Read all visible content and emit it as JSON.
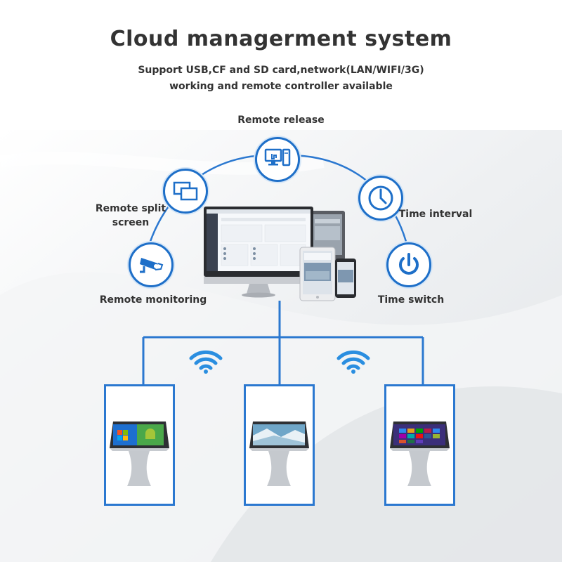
{
  "header": {
    "title": "Cloud managerment system",
    "subtitle_line1": "Support USB,CF and SD card,network(LAN/WIFI/3G)",
    "subtitle_line2": "working and remote controller available"
  },
  "features": [
    {
      "label": "Remote release",
      "icon": "computer-hand-icon"
    },
    {
      "label": "Remote split screen",
      "icon": "split-screen-icon"
    },
    {
      "label": "Remote monitoring",
      "icon": "cctv-camera-icon"
    },
    {
      "label": "Time interval",
      "icon": "clock-icon"
    },
    {
      "label": "Time switch",
      "icon": "power-icon"
    }
  ],
  "feature_labels": {
    "remote_release": "Remote release",
    "remote_split_line1": "Remote split",
    "remote_split_line2": "screen",
    "remote_monitoring": "Remote monitoring",
    "time_interval": "Time interval",
    "time_switch": "Time switch"
  },
  "devices": {
    "center": [
      "desktop-monitor",
      "tablet",
      "tablet-small",
      "phone"
    ],
    "kiosks": [
      {
        "screen": "windows-android-split"
      },
      {
        "screen": "landscape-image"
      },
      {
        "screen": "windows-tiles"
      }
    ]
  },
  "colors": {
    "accent": "#1e6fc8",
    "line": "#2b78d0",
    "text": "#333333",
    "wifi": "#2a8ee0"
  }
}
